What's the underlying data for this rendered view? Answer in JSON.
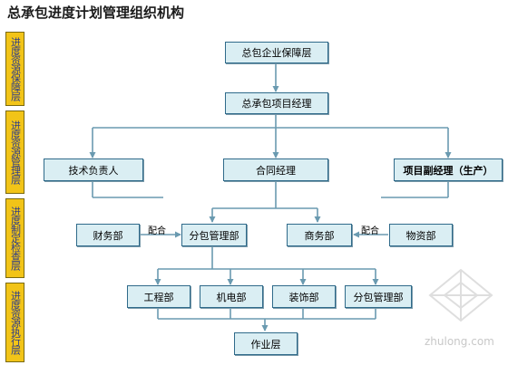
{
  "title": "总承包进度计划管理组织机构",
  "layers": [
    "进度资源保障层",
    "进度资源管理层",
    "进度制定检查层",
    "进度资源执行层"
  ],
  "nodes": {
    "enterprise": "总包企业保障层",
    "pm": "总承包项目经理",
    "tech": "技术负责人",
    "contract": "合同经理",
    "deputy": "项目副经理（生产）",
    "finance": "财务部",
    "subcontract_mgmt": "分包管理部",
    "commerce": "商务部",
    "materials": "物资部",
    "engineering": "工程部",
    "mep": "机电部",
    "decoration": "装饰部",
    "subcontract_mgmt2": "分包管理部",
    "work": "作业层"
  },
  "edge_labels": {
    "left_cooperate": "配合",
    "right_cooperate": "配合"
  },
  "watermark": "zhulong.com"
}
